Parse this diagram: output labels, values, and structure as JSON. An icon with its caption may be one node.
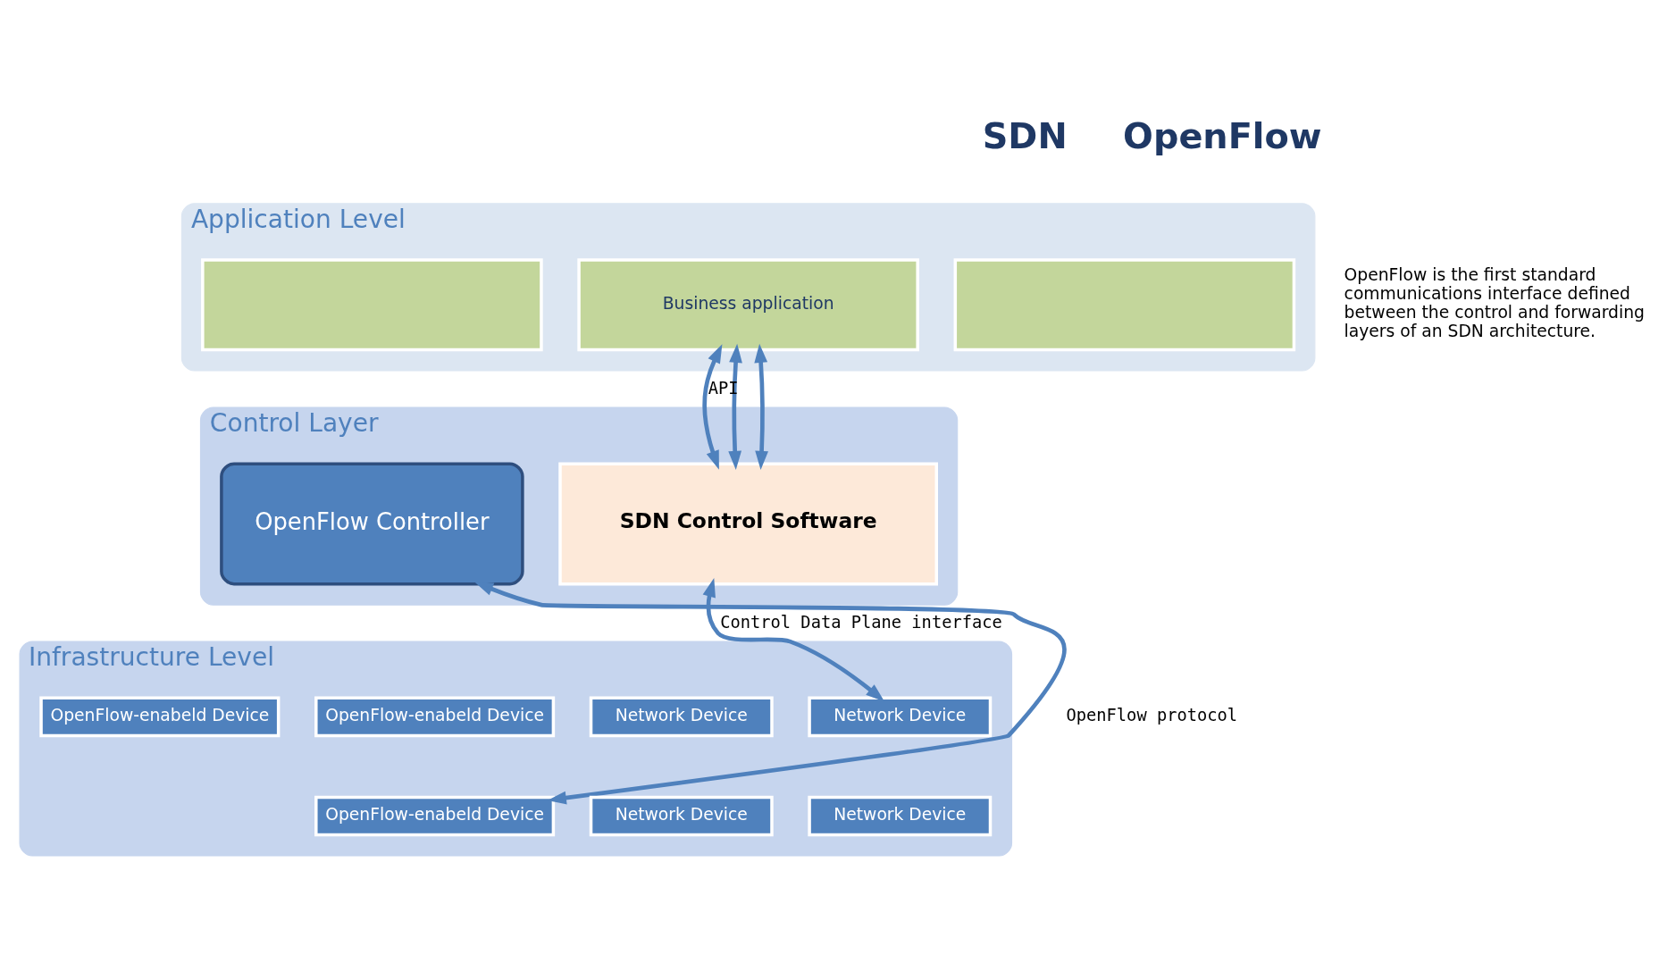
{
  "diagram": {
    "nodes": [
      {
        "text": [
          "Application Level"
        ]
      },
      {
        "text": [],
        "shape": "box",
        "in": 0
      },
      {
        "text": [],
        "shape": "box",
        "in": 0
      },
      {
        "text": [
          "Business application"
        ],
        "in": 0
      },
      {
        "text": [
          "Control Layer"
        ]
      },
      {
        "text": [
          "SDN Control Software"
        ],
        "in": 4
      },
      {
        "text": [
          "OpenFlow Controller"
        ],
        "in": 4
      },
      {
        "text": [
          "Infrastructure Level"
        ]
      },
      {
        "text": [
          "Network Device"
        ],
        "in": 7
      },
      {
        "text": [
          "Network Device"
        ],
        "in": 7
      },
      {
        "text": [
          "Network Device"
        ],
        "in": 7
      },
      {
        "text": [
          "Network Device"
        ],
        "in": 7
      },
      {
        "text": [
          "OpenFlow-enabeld Device"
        ],
        "in": 7
      },
      {
        "text": [
          "OpenFlow-enabeld Device"
        ],
        "in": 7
      },
      {
        "text": [
          "OpenFlow-enabeld Device"
        ],
        "in": 7
      }
    ],
    "edges": [
      {
        "from": 3,
        "to": 5,
        "arrow": "both"
      },
      {
        "from": 3,
        "to": 5,
        "arrow": "both"
      },
      {
        "from": 3,
        "to": 5,
        "arrow": "both",
        "label": "API"
      },
      {
        "from": 5,
        "to": 9,
        "arrow": "both",
        "label": "Control Data Plane interface"
      },
      {
        "from": 6,
        "to": 14,
        "arrow": "both",
        "label": "OpenFlow protocol"
      }
    ],
    "labels": [
      "SDN",
      "OpenFlow",
      "OpenFlow is the first standard communications interface defined between the control and forwarding layers of an SDN architecture."
    ]
  }
}
